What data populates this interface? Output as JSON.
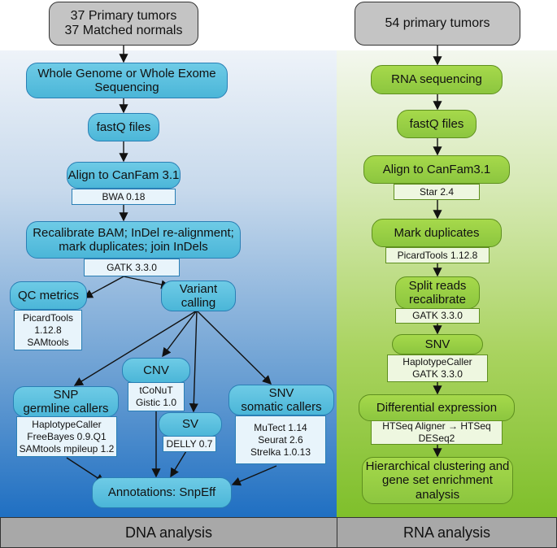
{
  "dna": {
    "input": "37 Primary tumors\n37 Matched normals",
    "sequencing": "Whole Genome or Whole Exome\nSequencing",
    "fastq": "fastQ files",
    "align": "Align to CanFam 3.1",
    "align_tool": "BWA 0.18",
    "recal": "Recalibrate BAM; InDel re-alignment;\nmark duplicates; join InDels",
    "recal_tool": "GATK 3.3.0",
    "qc": "QC metrics",
    "qc_tool": "PicardTools\n1.12.8\nSAMtools",
    "variant": "Variant\ncalling",
    "cnv": "CNV",
    "cnv_tool": "tCoNuT\nGistic 1.0",
    "sv": "SV",
    "sv_tool": "DELLY 0.7",
    "snp": "SNP\ngermline callers",
    "snp_tool": "HaplotypeCaller\nFreeBayes 0.9.Q1\nSAMtools mpileup 1.2",
    "snv": "SNV\nsomatic callers",
    "snv_tool": "MuTect 1.14\nSeurat 2.6\nStrelka 1.0.13",
    "annot": "Annotations: SnpEff",
    "footer": "DNA analysis"
  },
  "rna": {
    "input": "54 primary tumors",
    "sequencing": "RNA sequencing",
    "fastq": "fastQ files",
    "align": "Align to CanFam3.1",
    "align_tool": "Star 2.4",
    "markdup": "Mark duplicates",
    "markdup_tool": "PicardTools 1.12.8",
    "split": "Split reads\nrecalibrate",
    "split_tool": "GATK 3.3.0",
    "snv": "SNV",
    "snv_tool": "HaplotypeCaller\nGATK 3.3.0",
    "diff": "Differential expression",
    "diff_tool": "HTSeq Aligner → HTSeq\nDESeq2",
    "cluster": "Hierarchical clustering and\ngene set enrichment\nanalysis",
    "footer": "RNA analysis"
  },
  "colors": {
    "dna_accent": "#4bb6d8",
    "rna_accent": "#8cc63f",
    "header_gray": "#c4c4c4"
  }
}
